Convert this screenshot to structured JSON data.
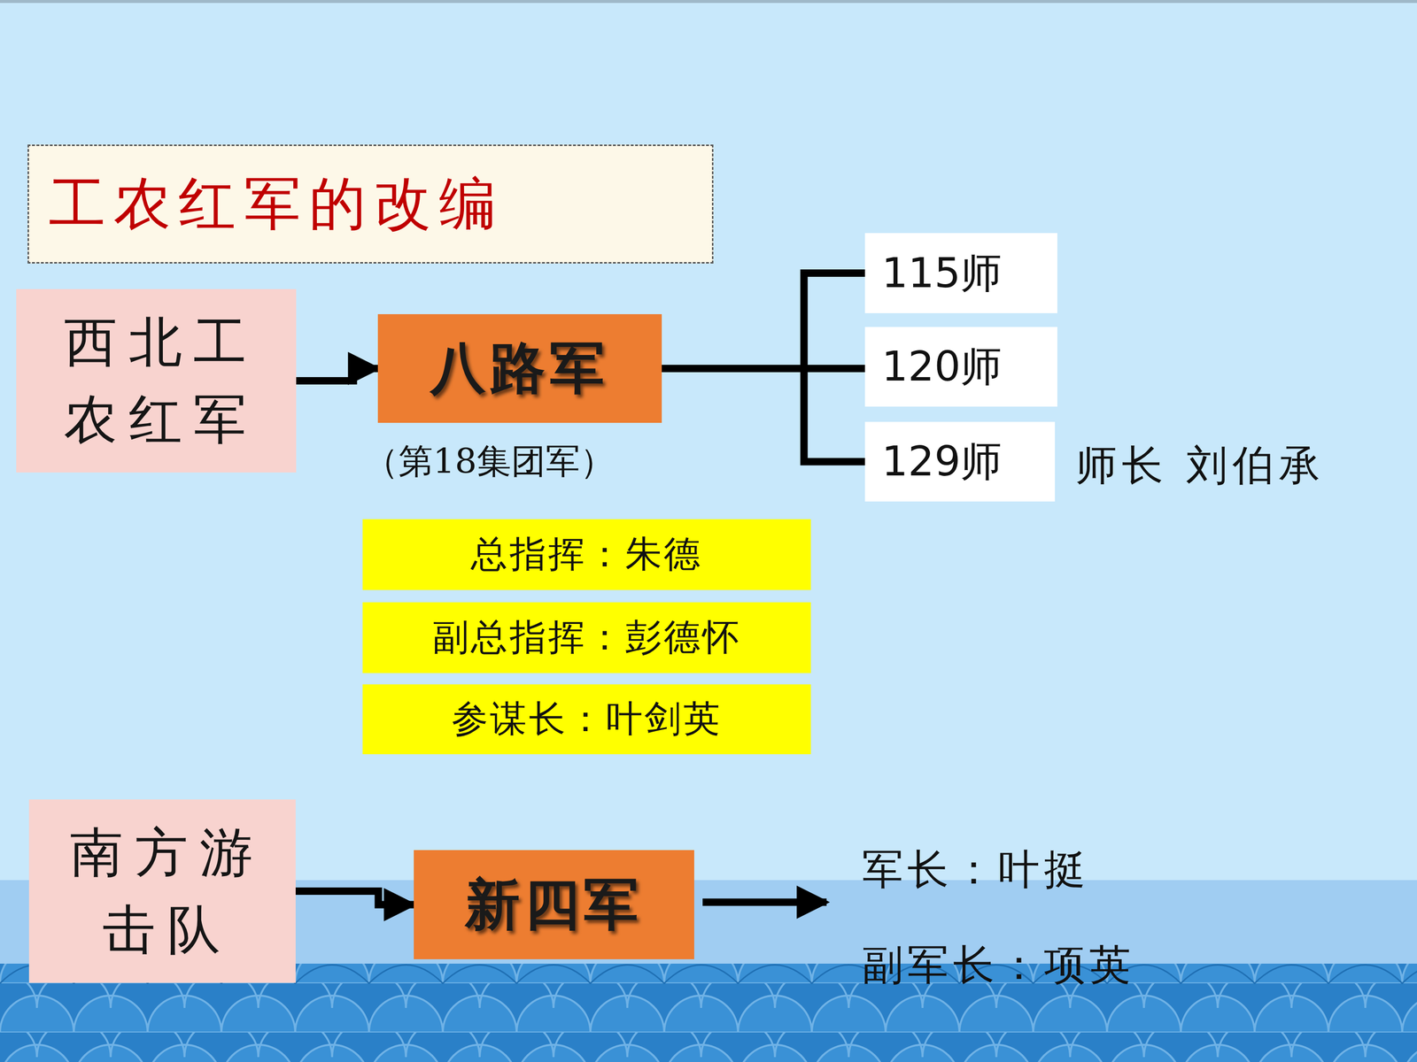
{
  "diagram": {
    "title": "工农红军的改编",
    "nodes": [
      {
        "text": [
          "西北工农红军"
        ]
      },
      {
        "text": [
          "八路军"
        ]
      },
      {
        "text": [
          "115师"
        ]
      },
      {
        "text": [
          "120师"
        ]
      },
      {
        "text": [
          "129师"
        ]
      },
      {
        "text": [
          "总指挥：朱德"
        ]
      },
      {
        "text": [
          "副总指挥：彭德怀"
        ]
      },
      {
        "text": [
          "参谋长：叶剑英"
        ]
      },
      {
        "text": [
          "南方游击队"
        ]
      },
      {
        "text": [
          "新四军"
        ]
      }
    ],
    "edges": [
      {
        "from": 0,
        "to": 1,
        "arrow": "to"
      },
      {
        "from": 1,
        "to": 2,
        "arrow": "none"
      },
      {
        "from": 1,
        "to": 3,
        "arrow": "none"
      },
      {
        "from": 1,
        "to": 4,
        "arrow": "none"
      },
      {
        "from": 8,
        "to": 9,
        "arrow": "to"
      }
    ],
    "labels": [
      "（第18集团军）",
      "师长 刘伯承",
      "军长：叶挺",
      "副军长：项英"
    ]
  }
}
